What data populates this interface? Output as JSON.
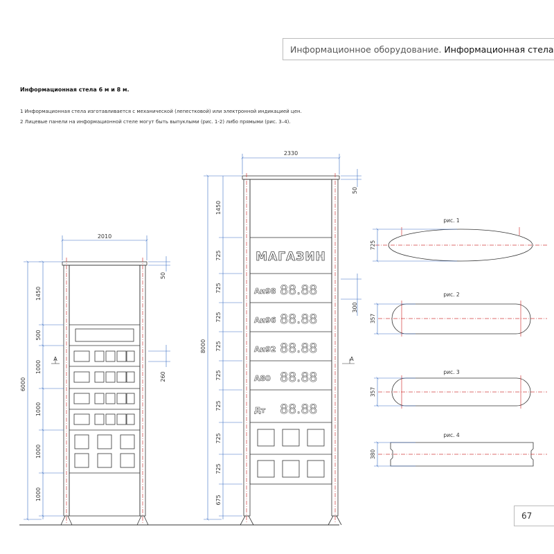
{
  "header": {
    "section": "Информационное оборудование.",
    "title": "Информационная стела."
  },
  "subtitle": "Информационная стела 6 м и 8 м.",
  "notes": [
    "1  Информационная стела изготавливается с механической (лепестковой) или электронной индикацией цен.",
    "2  Лицевые панели на информационной стеле могут быть выпуклыми (рис. 1-2) либо прямыми (рис. 3–4)."
  ],
  "stele6": {
    "width": "2010",
    "height": "6000",
    "seg_top": "1450",
    "seg_2": "500",
    "seg_3": "1000",
    "seg_4": "1000",
    "seg_5": "1000",
    "seg_6": "1000",
    "right_top": "50",
    "right_260": "260",
    "section_mark": "A"
  },
  "stele8": {
    "width": "2330",
    "height": "8000",
    "seg_top": "1450",
    "seg_725_1": "725",
    "seg_725_2": "725",
    "seg_725_3": "725",
    "seg_725_4": "725",
    "seg_725_5": "725",
    "seg_725_6": "725",
    "seg_725_7": "725",
    "seg_725_8": "725",
    "seg_675": "675",
    "right_top": "50",
    "right_300": "300",
    "section_mark": "A",
    "brand": "МАГАЗИН",
    "fuels": [
      "Аи98",
      "Аи96",
      "Аи92",
      "А80",
      "Дт"
    ],
    "price_placeholder": "88.88"
  },
  "profiles": [
    {
      "label": "рис. 1",
      "dim": "725"
    },
    {
      "label": "рис. 2",
      "dim": "357"
    },
    {
      "label": "рис. 3",
      "dim": "357"
    },
    {
      "label": "рис. 4",
      "dim": "380"
    }
  ],
  "page_number": "67",
  "colors": {
    "axis": "#d23c3c",
    "dim": "#3a6fc4",
    "line": "#333333"
  }
}
